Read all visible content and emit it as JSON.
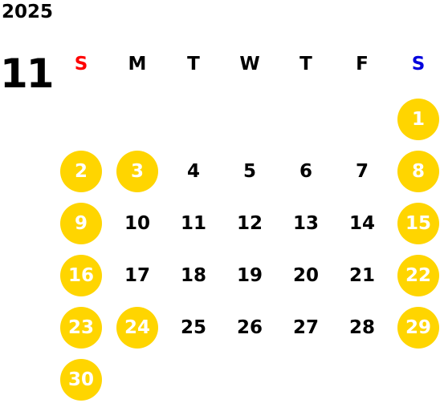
{
  "year": "2025",
  "month": "11",
  "weekdays": [
    {
      "label": "S",
      "color": "#ff0000"
    },
    {
      "label": "M",
      "color": "#000000"
    },
    {
      "label": "T",
      "color": "#000000"
    },
    {
      "label": "W",
      "color": "#000000"
    },
    {
      "label": "T",
      "color": "#000000"
    },
    {
      "label": "F",
      "color": "#000000"
    },
    {
      "label": "S",
      "color": "#0000dd"
    }
  ],
  "highlight_color": "#ffd500",
  "days": [
    {
      "day": "1",
      "highlighted": true
    },
    {
      "day": "2",
      "highlighted": true
    },
    {
      "day": "3",
      "highlighted": true
    },
    {
      "day": "4",
      "highlighted": false
    },
    {
      "day": "5",
      "highlighted": false
    },
    {
      "day": "6",
      "highlighted": false
    },
    {
      "day": "7",
      "highlighted": false
    },
    {
      "day": "8",
      "highlighted": true
    },
    {
      "day": "9",
      "highlighted": true
    },
    {
      "day": "10",
      "highlighted": false
    },
    {
      "day": "11",
      "highlighted": false
    },
    {
      "day": "12",
      "highlighted": false
    },
    {
      "day": "13",
      "highlighted": false
    },
    {
      "day": "14",
      "highlighted": false
    },
    {
      "day": "15",
      "highlighted": true
    },
    {
      "day": "16",
      "highlighted": true
    },
    {
      "day": "17",
      "highlighted": false
    },
    {
      "day": "18",
      "highlighted": false
    },
    {
      "day": "19",
      "highlighted": false
    },
    {
      "day": "20",
      "highlighted": false
    },
    {
      "day": "21",
      "highlighted": false
    },
    {
      "day": "22",
      "highlighted": true
    },
    {
      "day": "23",
      "highlighted": true
    },
    {
      "day": "24",
      "highlighted": true
    },
    {
      "day": "25",
      "highlighted": false
    },
    {
      "day": "26",
      "highlighted": false
    },
    {
      "day": "27",
      "highlighted": false
    },
    {
      "day": "28",
      "highlighted": false
    },
    {
      "day": "29",
      "highlighted": true
    },
    {
      "day": "30",
      "highlighted": true
    }
  ]
}
